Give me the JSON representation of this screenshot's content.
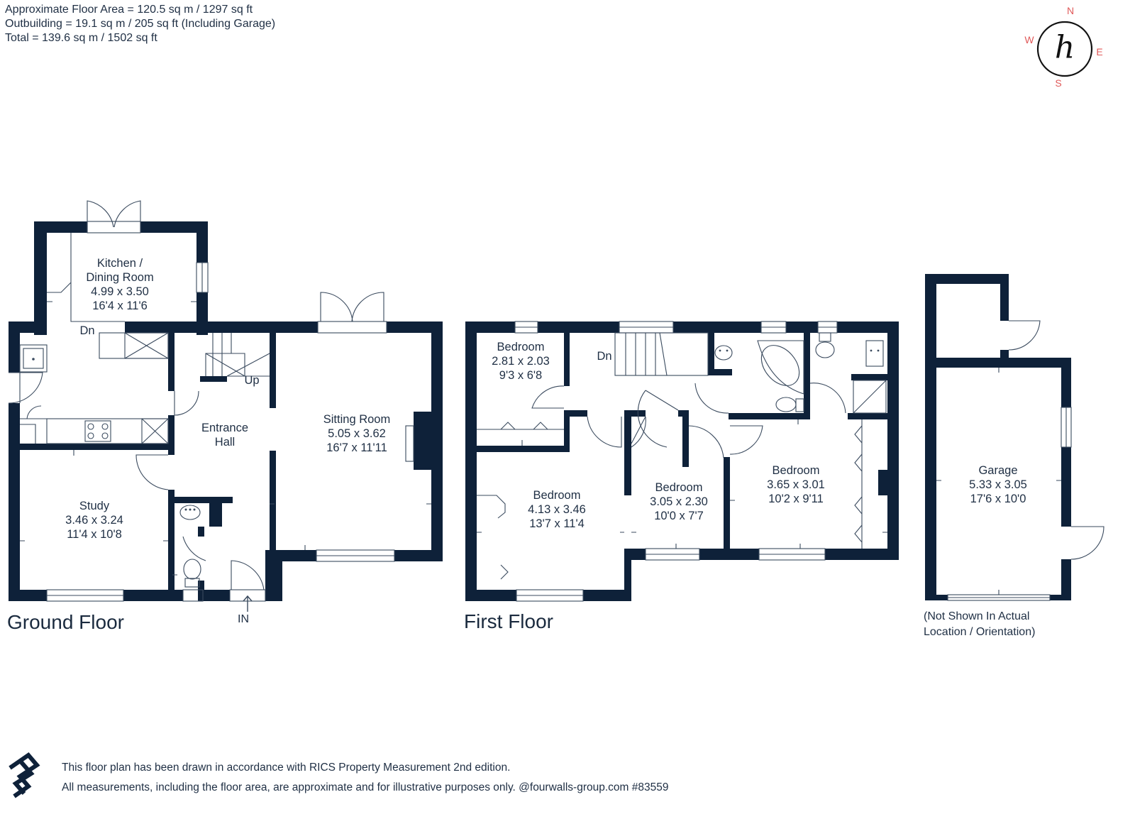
{
  "header": {
    "floor_area": "Approximate Floor Area = 120.5 sq m / 1297 sq ft",
    "outbuilding": "Outbuilding = 19.1 sq m / 205 sq ft (Including Garage)",
    "total": "Total = 139.6 sq m / 1502 sq ft"
  },
  "compass": {
    "n": "N",
    "e": "E",
    "s": "S",
    "w": "W",
    "logo": "h"
  },
  "ground_floor": {
    "label": "Ground Floor",
    "entry": "IN",
    "rooms": {
      "kitchen": {
        "name1": "Kitchen /",
        "name2": "Dining Room",
        "metric": "4.99 x 3.50",
        "imperial": "16'4 x 11'6"
      },
      "entrance": {
        "name1": "Entrance",
        "name2": "Hall"
      },
      "sitting": {
        "name": "Sitting Room",
        "metric": "5.05 x 3.62",
        "imperial": "16'7 x 11'11"
      },
      "study": {
        "name": "Study",
        "metric": "3.46 x 3.24",
        "imperial": "11'4 x 10'8"
      }
    },
    "stairs": {
      "down": "Dn",
      "up": "Up"
    }
  },
  "first_floor": {
    "label": "First Floor",
    "stairs_down": "Dn",
    "rooms": {
      "bed_small": {
        "name": "Bedroom",
        "metric": "2.81 x 2.03",
        "imperial": "9'3 x 6'8"
      },
      "bed_large": {
        "name": "Bedroom",
        "metric": "4.13 x 3.46",
        "imperial": "13'7 x 11'4"
      },
      "bed_mid": {
        "name": "Bedroom",
        "metric": "3.05 x 2.30",
        "imperial": "10'0 x 7'7"
      },
      "bed_right": {
        "name": "Bedroom",
        "metric": "3.65 x 3.01",
        "imperial": "10'2 x 9'11"
      }
    }
  },
  "garage": {
    "name": "Garage",
    "metric": "5.33 x 3.05",
    "imperial": "17'6 x 10'0",
    "note1": "(Not Shown In Actual",
    "note2": "Location / Orientation)"
  },
  "footer": {
    "line1": "This floor plan has been drawn in accordance with RICS Property Measurement 2nd edition.",
    "line2": "All measurements, including the floor area, are approximate and for illustrative purposes only. @fourwalls-group.com #83559"
  }
}
